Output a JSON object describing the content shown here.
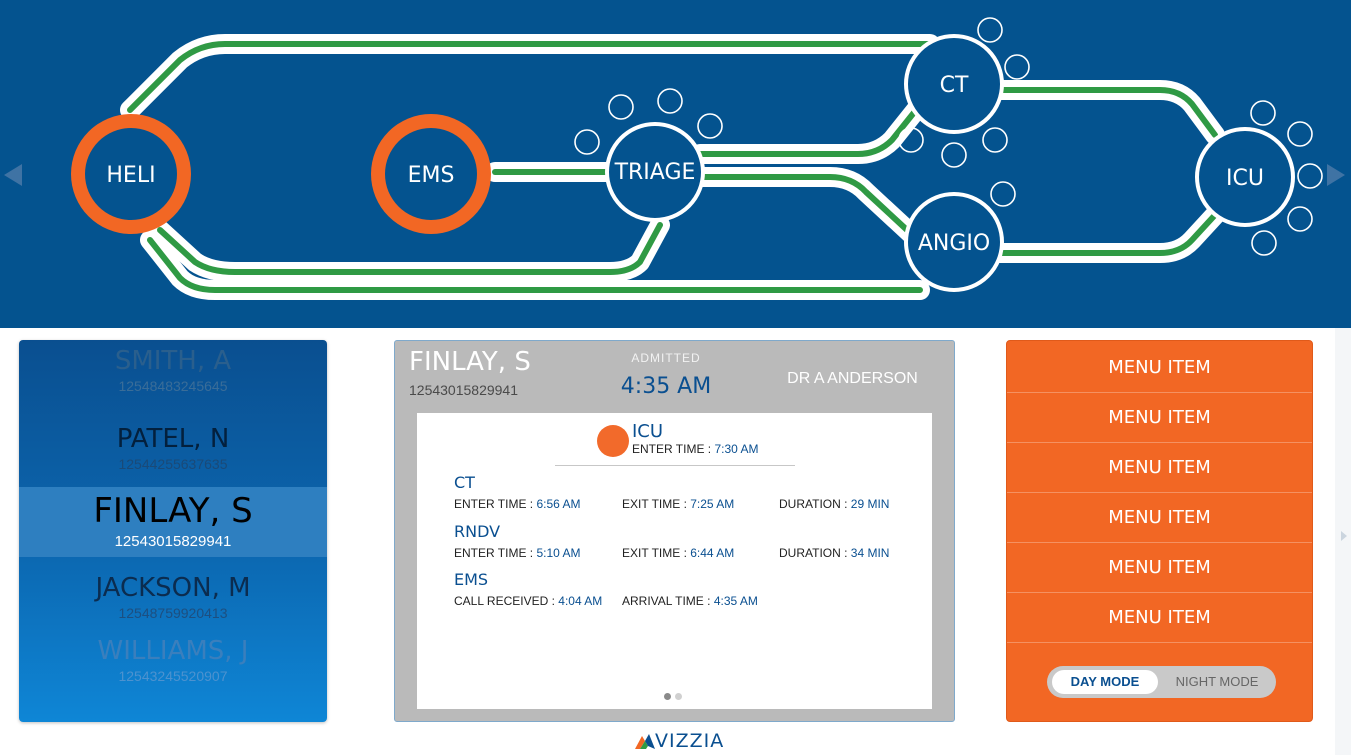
{
  "flow_map": {
    "nodes": [
      {
        "label": "HELI",
        "state": "active"
      },
      {
        "label": "EMS",
        "state": "active"
      },
      {
        "label": "TRIAGE",
        "state": "normal"
      },
      {
        "label": "CT",
        "state": "normal"
      },
      {
        "label": "ANGIO",
        "state": "normal"
      },
      {
        "label": "ICU",
        "state": "normal"
      }
    ],
    "icons": {
      "prev": "chevron-left-icon",
      "next": "chevron-right-icon"
    }
  },
  "patients": [
    {
      "name": "SMITH, A",
      "id": "12548483245645"
    },
    {
      "name": "PATEL, N",
      "id": "12544255637635"
    },
    {
      "name": "FINLAY, S",
      "id": "12543015829941",
      "selected": true
    },
    {
      "name": "JACKSON, M",
      "id": "12548759920413"
    },
    {
      "name": "WILLIAMS, J",
      "id": "12543245520907"
    }
  ],
  "detail": {
    "name": "FINLAY, S",
    "id": "12543015829941",
    "admitted_label": "ADMITTED",
    "admitted_time": "4:35 AM",
    "doctor": "DR A ANDERSON",
    "current": {
      "stage": "ICU",
      "enter_label": "ENTER TIME : ",
      "enter_time": "7:30 AM"
    },
    "history": [
      {
        "stage": "CT",
        "enter_label": "ENTER TIME : ",
        "enter": "6:56 AM",
        "exit_label": "EXIT TIME : ",
        "exit": "7:25 AM",
        "duration_label": "DURATION : ",
        "duration": "29 MIN"
      },
      {
        "stage": "RNDV",
        "enter_label": "ENTER TIME : ",
        "enter": "5:10 AM",
        "exit_label": "EXIT TIME : ",
        "exit": "6:44 AM",
        "duration_label": "DURATION : ",
        "duration": "34 MIN"
      },
      {
        "stage": "EMS",
        "call_label": "CALL RECEIVED : ",
        "call": "4:04 AM",
        "arrival_label": "ARRIVAL TIME : ",
        "arrival": "4:35 AM"
      }
    ],
    "pager": {
      "pages": 2,
      "current": 1
    }
  },
  "logo": {
    "text": "VIZZIA"
  },
  "menu": {
    "items": [
      "MENU ITEM",
      "MENU ITEM",
      "MENU ITEM",
      "MENU ITEM",
      "MENU ITEM",
      "MENU ITEM"
    ],
    "mode": {
      "day": "DAY MODE",
      "night": "NIGHT MODE",
      "selected": "day"
    }
  },
  "colors": {
    "header_bg": "#04538f",
    "track_green": "#2f9a44",
    "accent_orange": "#f26724",
    "text_blue": "#0a4f90"
  }
}
